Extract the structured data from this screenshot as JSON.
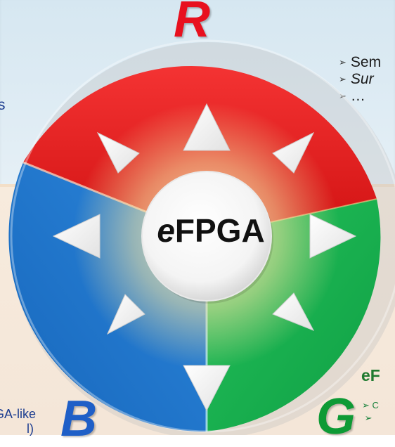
{
  "center": {
    "e": "e",
    "rest": "FPGA"
  },
  "letters": {
    "r": "R",
    "b": "B",
    "g": "G"
  },
  "bullets": [
    {
      "arrow": "➢",
      "text": "Sem",
      "italic": false
    },
    {
      "arrow": "➢",
      "text": "Sur",
      "italic": true
    },
    {
      "arrow": "➢",
      "text": "…",
      "italic": false
    }
  ],
  "fragments": {
    "s": "s",
    "gda_like": "GA-like",
    "gda_like2": "l)",
    "ef": "eF",
    "green_bullets": "➢ C\n ➢"
  },
  "colors": {
    "red": "#ee1c1c",
    "green": "#13b14e",
    "blue": "#1f7bd1",
    "top_panel": "#dbe9f2",
    "bottom_panel": "#f5e8da"
  }
}
